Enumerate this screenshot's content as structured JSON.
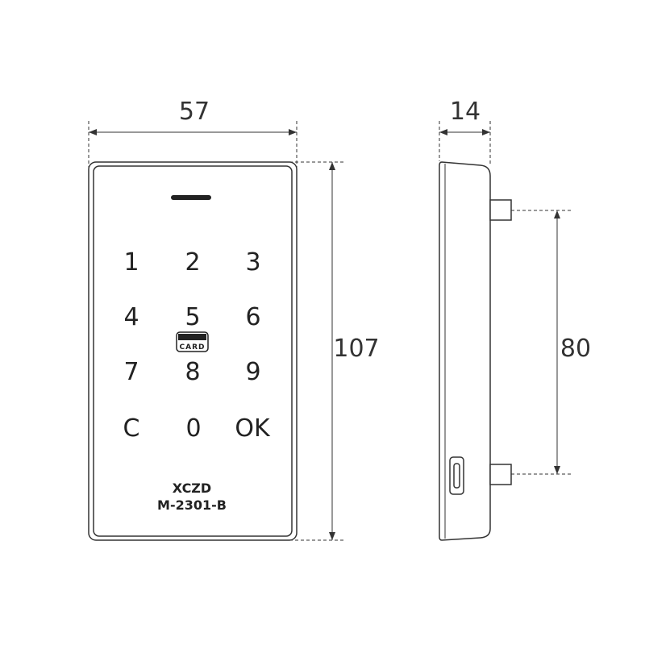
{
  "dimensions": {
    "front_width": "57",
    "front_height": "107",
    "side_depth": "14",
    "latch_spacing": "80"
  },
  "keypad": {
    "rows": [
      [
        "1",
        "2",
        "3"
      ],
      [
        "4",
        "5",
        "6"
      ],
      [
        "7",
        "8",
        "9"
      ],
      [
        "C",
        "0",
        "OK"
      ]
    ]
  },
  "card_label": "CARD",
  "brand": {
    "name": "XCZD",
    "model": "M-2301-B"
  },
  "colors": {
    "line": "#333333",
    "text": "#222222"
  }
}
